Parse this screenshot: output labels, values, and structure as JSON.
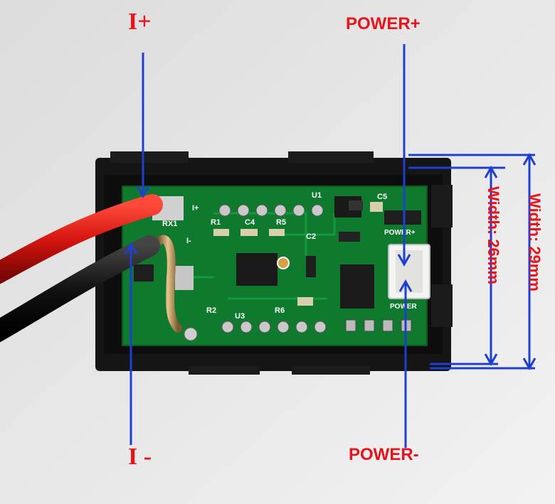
{
  "labels": {
    "i_plus": "I+",
    "i_minus": "I -",
    "power_plus": "POWER+",
    "power_minus": "POWER-",
    "width_26": "Width: 26mm",
    "width_29": "Width: 29mm"
  },
  "pcb_silkscreen": {
    "i_plus": "I+",
    "i_minus": "I-",
    "u1": "U1",
    "c5": "C5",
    "r1": "R1",
    "c4": "C4",
    "r5": "R5",
    "c2": "C2",
    "r2": "R2",
    "u3": "U3",
    "r6": "R6",
    "power_plus": "POWER+",
    "power": "POWER",
    "rx1": "RX1"
  },
  "colors": {
    "annotation_red": "#e8141b",
    "arrow_blue": "#1f3fd0",
    "pcb_green": "#0f7a2e",
    "housing_black": "#151515"
  }
}
